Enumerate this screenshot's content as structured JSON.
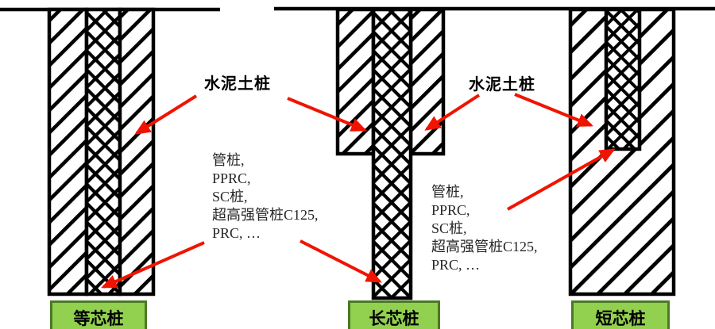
{
  "annotations": {
    "cement_left": "水泥土桩",
    "cement_right": "水泥土桩",
    "core_block": {
      "lines": [
        "管桩,",
        "PPRC,",
        "SC桩,",
        "超高强管桩C125,",
        "PRC, …"
      ]
    }
  },
  "piles": [
    {
      "label": "等芯桩",
      "type": "equal-core-pile"
    },
    {
      "label": "长芯桩",
      "type": "long-core-pile"
    },
    {
      "label": "短芯桩",
      "type": "short-core-pile"
    }
  ],
  "colors": {
    "arrow_red": "#f01400",
    "pile_outline": "#000000",
    "tag_green_fill": "#92d050",
    "tag_green_border": "#4a7a24",
    "annotation_text": "#262626"
  }
}
